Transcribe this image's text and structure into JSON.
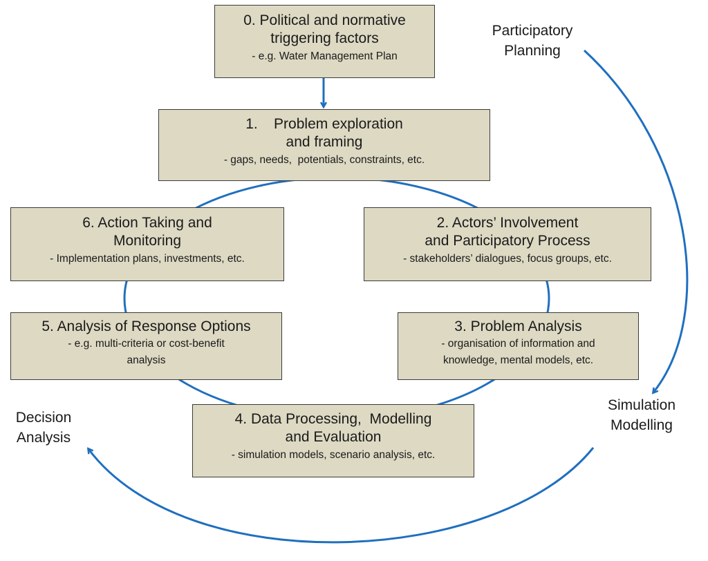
{
  "boxes": {
    "step0": {
      "title_l1": "0. Political and normative",
      "title_l2": "triggering factors",
      "sub": "- e.g. Water Management Plan"
    },
    "step1": {
      "title_l1": "1.    Problem exploration",
      "title_l2": "and framing",
      "sub": "- gaps, needs,  potentials, constraints, etc."
    },
    "step2": {
      "title_l1": "2. Actors’ Involvement",
      "title_l2": "and Participatory Process",
      "sub": "- stakeholders’ dialogues, focus groups, etc."
    },
    "step3": {
      "title_l1": "3. Problem Analysis",
      "sub_l1": "- organisation of information and",
      "sub_l2": "knowledge, mental models, etc."
    },
    "step4": {
      "title_l1": "4. Data Processing,  Modelling",
      "title_l2": "and Evaluation",
      "sub": "- simulation models, scenario analysis, etc."
    },
    "step5": {
      "title_l1": "5. Analysis of Response Options",
      "sub_l1": "- e.g. multi-criteria or cost-benefit",
      "sub_l2": "analysis"
    },
    "step6": {
      "title_l1": "6. Action Taking and",
      "title_l2": "Monitoring",
      "sub": "- Implementation plans, investments, etc."
    }
  },
  "outer_labels": {
    "participatory": {
      "l1": "Participatory",
      "l2": "Planning"
    },
    "simulation": {
      "l1": "Simulation",
      "l2": "Modelling"
    },
    "decision": {
      "l1": "Decision",
      "l2": "Analysis"
    }
  },
  "colors": {
    "box_fill": "#ddd9c3",
    "box_border": "#3a3a3a",
    "arrow": "#1f6fbf"
  }
}
